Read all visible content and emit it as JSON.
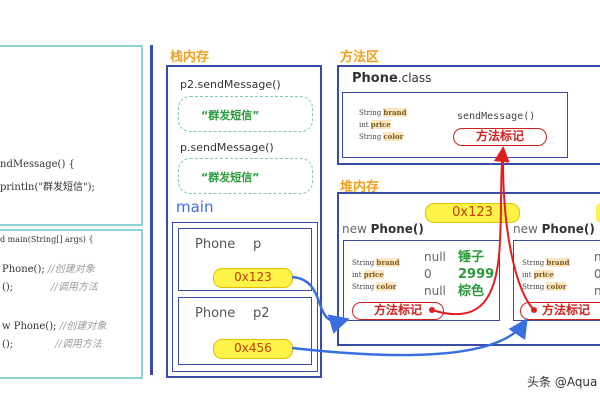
{
  "code": {
    "class_lines": [
      "ndMessage() {",
      "println(\"群发短信\");"
    ],
    "main_header": "d main(String[] args) {",
    "main_lines": [
      {
        "code": " Phone();",
        "comment": "//创建对象"
      },
      {
        "code": "();",
        "comment": "//调用方法"
      },
      {
        "code": "w Phone();",
        "comment": "//创建对象"
      },
      {
        "code": "();",
        "comment": "//调用方法"
      }
    ]
  },
  "stack": {
    "title": "栈内存",
    "frames": [
      {
        "label": "p2.sendMessage()",
        "output": "“群发短信”"
      },
      {
        "label": "p.sendMessage()",
        "output": "“群发短信”"
      }
    ],
    "main": {
      "label": "main",
      "vars": [
        {
          "type": "Phone",
          "name": "p",
          "value": "0x123"
        },
        {
          "type": "Phone",
          "name": "p2",
          "value": "0x456"
        }
      ]
    }
  },
  "method_area": {
    "title": "方法区",
    "class_name": "Phone",
    "class_suffix": ".class",
    "fields": [
      {
        "type": "String",
        "name": "brand"
      },
      {
        "type": "int",
        "name": "price"
      },
      {
        "type": "String",
        "name": "color"
      }
    ],
    "method": "sendMessage()",
    "method_mark": "方法标记"
  },
  "heap": {
    "title": "堆内存",
    "objects": [
      {
        "address": "0x123",
        "new_label": "new",
        "class_label": "Phone()",
        "fields": [
          {
            "type": "String",
            "name": "brand",
            "default": "null",
            "value": "锤子"
          },
          {
            "type": "int",
            "name": "price",
            "default": "0",
            "value": "2999"
          },
          {
            "type": "String",
            "name": "color",
            "default": "null",
            "value": "棕色"
          }
        ],
        "method_mark": "方法标记"
      },
      {
        "new_label": "new",
        "class_label": "Phone()",
        "fields": [
          {
            "type": "String",
            "name": "brand",
            "default": "n"
          },
          {
            "type": "int",
            "name": "price",
            "default": "0"
          },
          {
            "type": "String",
            "name": "color",
            "default": "n"
          }
        ],
        "method_mark": "方法标记"
      }
    ]
  },
  "watermark": "头条 @Aqua",
  "colors": {
    "frame": "#3a4aa8",
    "code_border": "#8fd3d8",
    "address": "#fff34a",
    "mark": "#d02020",
    "arrow_blue": "#3a6fe0"
  }
}
